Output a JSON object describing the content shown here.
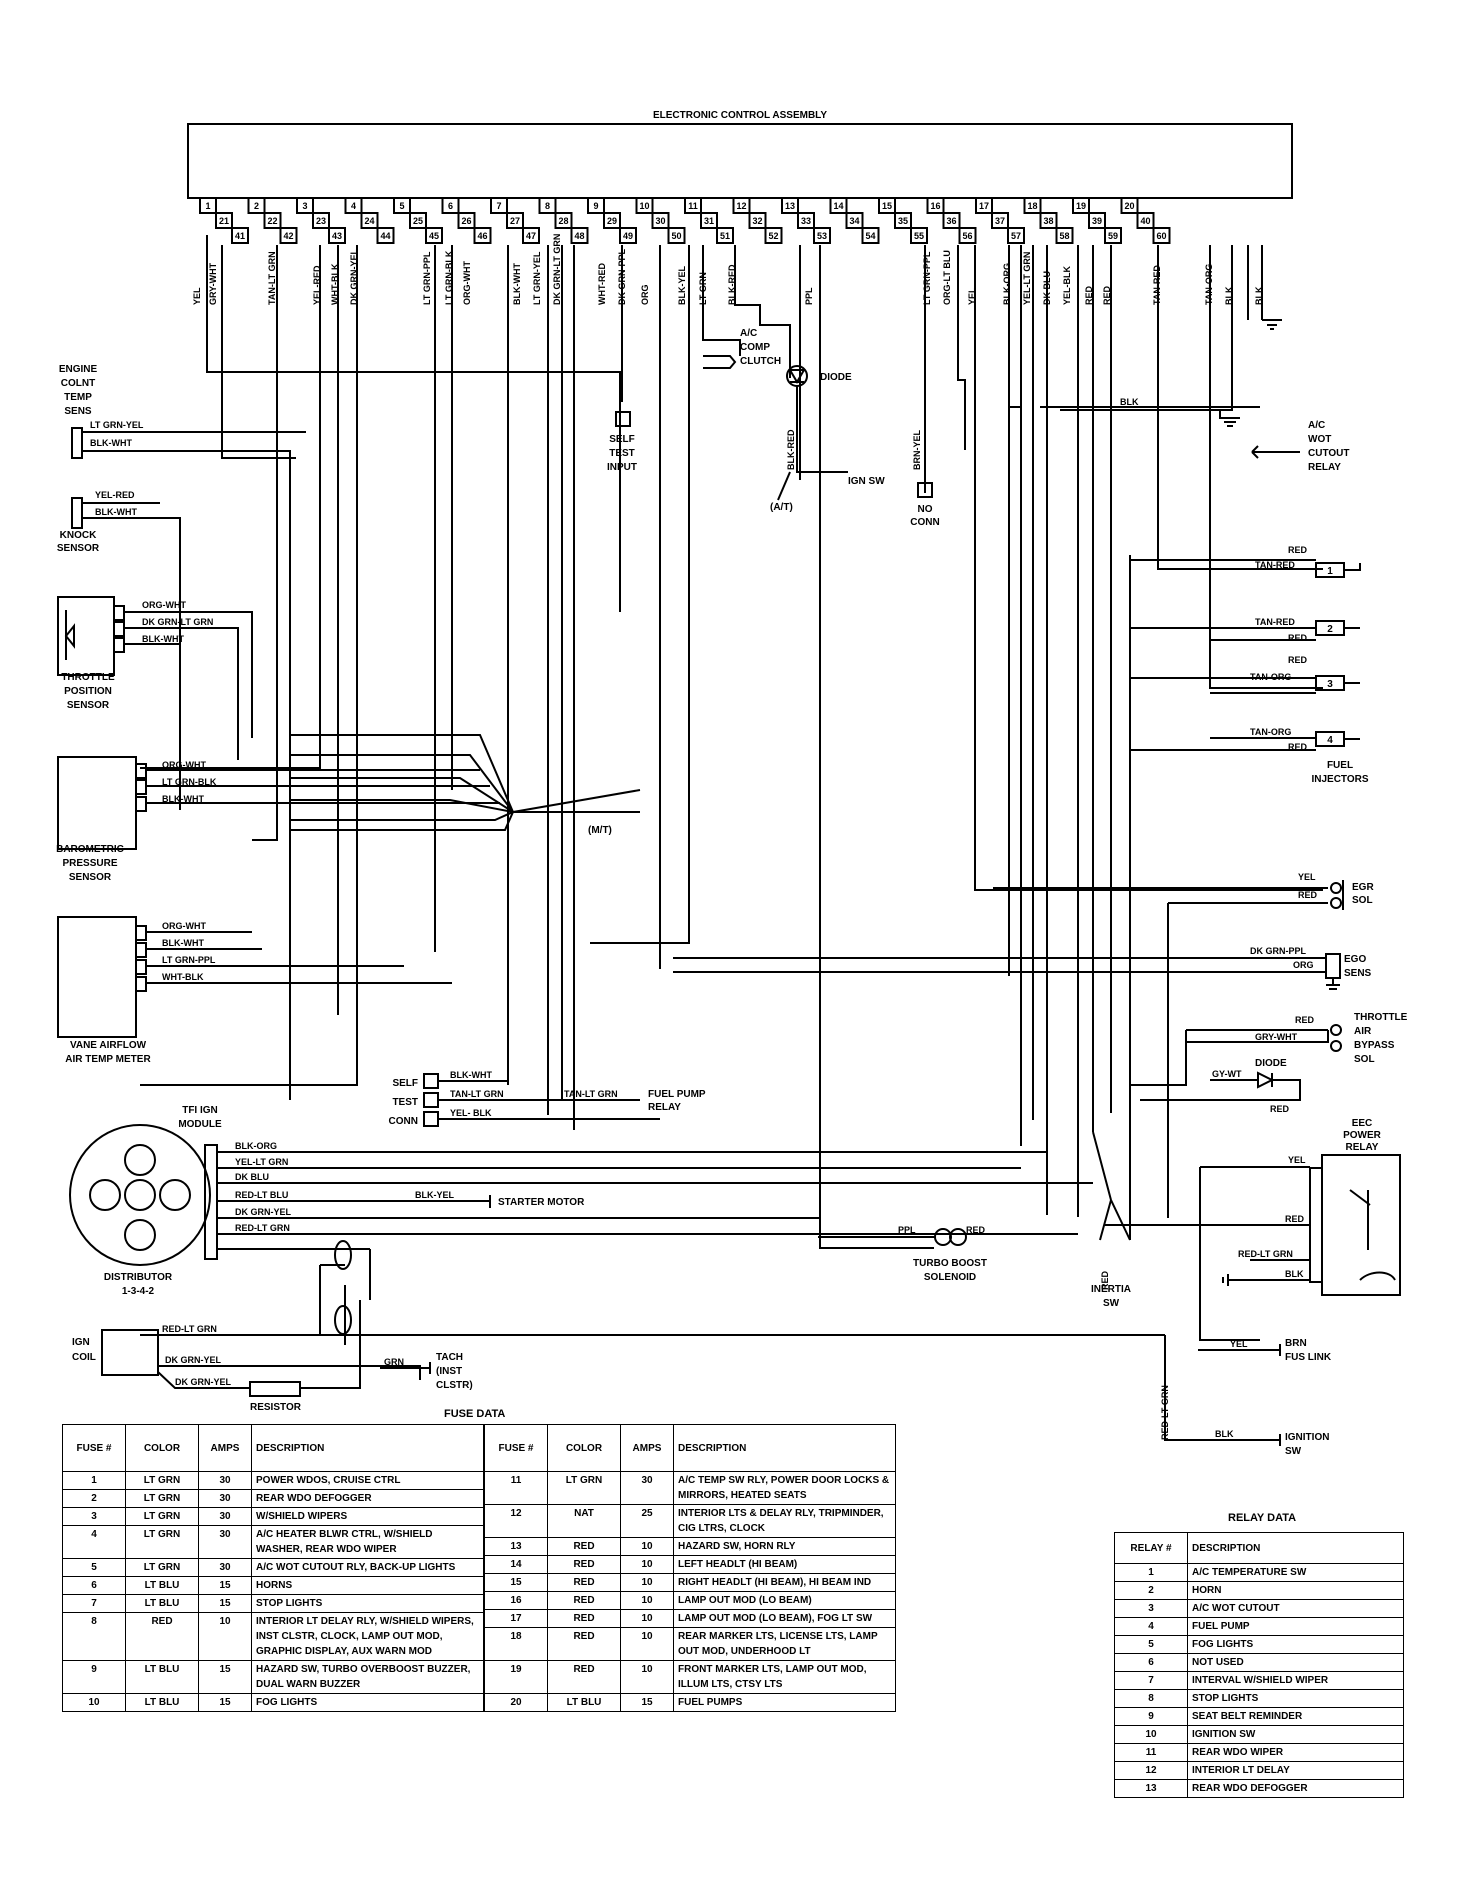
{
  "title": "ELECTRONIC CONTROL ASSEMBLY",
  "pins_top": [
    "1",
    "2",
    "3",
    "4",
    "5",
    "6",
    "7",
    "8",
    "9",
    "10",
    "11",
    "12",
    "13",
    "14",
    "15",
    "16",
    "17",
    "18",
    "19",
    "20"
  ],
  "pins_mid": [
    "21",
    "22",
    "23",
    "24",
    "25",
    "26",
    "27",
    "28",
    "29",
    "30",
    "31",
    "32",
    "33",
    "34",
    "35",
    "36",
    "37",
    "38",
    "39",
    "40"
  ],
  "pins_low": [
    "41",
    "42",
    "43",
    "44",
    "45",
    "46",
    "47",
    "48",
    "49",
    "50",
    "51",
    "52",
    "53",
    "54",
    "55",
    "56",
    "57",
    "58",
    "59",
    "60"
  ],
  "pin_wires": [
    "YEL",
    "GRY-WHT",
    "TAN-LT GRN",
    "YEL-RED",
    "WHT-BLK",
    "DK GRN-YEL",
    "LT GRN-PPL",
    "LT GRN-BLK",
    "ORG-WHT",
    "BLK-WHT",
    "LT GRN-YEL",
    "DK GRN-LT GRN",
    "WHT-RED",
    "DK GRN-PPL",
    "ORG",
    "BLK-YEL",
    "LT GRN",
    "BLK-RED",
    "PPL",
    "LT GRN-PPL",
    "ORG-LT BLU",
    "YEL",
    "BLK-ORG",
    "YEL-LT GRN",
    "DK BLU",
    "YEL-BLK",
    "RED",
    "RED",
    "TAN-RED",
    "TAN-ORG",
    "BLK",
    "BLK"
  ],
  "labels": {
    "engine_coolant": [
      "ENGINE",
      "COLNT",
      "TEMP",
      "SENS"
    ],
    "knock_sensor": [
      "KNOCK",
      "SENSOR"
    ],
    "throttle_position": [
      "THROTTLE",
      "POSITION",
      "SENSOR"
    ],
    "barometric": [
      "BAROMETRIC",
      "PRESSURE",
      "SENSOR"
    ],
    "vane_airflow": [
      "VANE AIRFLOW",
      "AIR TEMP METER"
    ],
    "tfi_module": [
      "TFI IGN",
      "MODULE"
    ],
    "distributor": [
      "DISTRIBUTOR",
      "1-3-4-2"
    ],
    "ign_coil": [
      "IGN",
      "COIL"
    ],
    "resistor": "RESISTOR",
    "self_test_input": [
      "SELF",
      "TEST",
      "INPUT"
    ],
    "self_test_conn": [
      "SELF",
      "TEST",
      "CONN"
    ],
    "ac_comp_clutch": [
      "A/C",
      "COMP",
      "CLUTCH"
    ],
    "diode": "DIODE",
    "ign_sw": "IGN SW",
    "at": "(A/T)",
    "mt": "(M/T)",
    "no_conn": [
      "NO",
      "CONN"
    ],
    "ac_wot_relay": [
      "A/C",
      "WOT",
      "CUTOUT",
      "RELAY"
    ],
    "fuel_injectors": [
      "FUEL",
      "INJECTORS"
    ],
    "egr_sol": [
      "EGR",
      "SOL"
    ],
    "ego_sens": [
      "EGO",
      "SENS"
    ],
    "throttle_air_bypass": [
      "THROTTLE",
      "AIR",
      "BYPASS",
      "SOL"
    ],
    "diode2": "DIODE",
    "eec_power_relay": [
      "EEC",
      "POWER",
      "RELAY"
    ],
    "fuel_pump_relay": [
      "FUEL PUMP",
      "RELAY"
    ],
    "starter_motor": "STARTER MOTOR",
    "tach": [
      "TACH",
      "(INST",
      "CLSTR)"
    ],
    "turbo_boost": [
      "TURBO BOOST",
      "SOLENOID"
    ],
    "inertia_sw": [
      "INERTIA",
      "SW"
    ],
    "brn_fus_link": [
      "BRN",
      "FUS LINK"
    ],
    "ignition_sw": [
      "IGNITION",
      "SW"
    ]
  },
  "wire_labels": {
    "lt_grn_yel": "LT GRN-YEL",
    "blk_wht": "BLK-WHT",
    "yel_red": "YEL-RED",
    "org_wht": "ORG-WHT",
    "dk_grn_lt_grn": "DK GRN-LT GRN",
    "lt_grn_blk": "LT GRN-BLK",
    "lt_grn_ppl": "LT GRN-PPL",
    "wht_blk": "WHT-BLK",
    "tan_lt_grn": "TAN-LT GRN",
    "yel_blk": "YEL- BLK",
    "blk_org": "BLK-ORG",
    "yel_lt_grn": "YEL-LT GRN",
    "dk_blu": "DK BLU",
    "red_lt_blu": "RED-LT BLU",
    "dk_grn_yel": "DK GRN-YEL",
    "red_lt_grn": "RED-LT GRN",
    "blk_yel": "BLK-YEL",
    "grn": "GRN",
    "blk": "BLK",
    "red": "RED",
    "tan_red": "TAN-RED",
    "tan_org": "TAN-ORG",
    "yel": "YEL",
    "dk_grn_ppl": "DK GRN-PPL",
    "org": "ORG",
    "gry_wht": "GRY-WHT",
    "gy_wt": "GY-WT",
    "ppl": "PPL",
    "brn_yel": "BRN-YEL",
    "blk_red": "BLK-RED"
  },
  "fuse_title": "FUSE DATA",
  "fuse_headers": [
    "FUSE #",
    "COLOR",
    "AMPS",
    "DESCRIPTION"
  ],
  "fuses_left": [
    {
      "n": "1",
      "color": "LT GRN",
      "amps": "30",
      "desc": "POWER WDOS, CRUISE CTRL"
    },
    {
      "n": "2",
      "color": "LT GRN",
      "amps": "30",
      "desc": "REAR WDO DEFOGGER"
    },
    {
      "n": "3",
      "color": "LT GRN",
      "amps": "30",
      "desc": "W/SHIELD WIPERS"
    },
    {
      "n": "4",
      "color": "LT GRN",
      "amps": "30",
      "desc": "A/C HEATER BLWR CTRL, W/SHIELD WASHER, REAR WDO WIPER"
    },
    {
      "n": "5",
      "color": "LT GRN",
      "amps": "30",
      "desc": "A/C WOT CUTOUT RLY, BACK-UP LIGHTS"
    },
    {
      "n": "6",
      "color": "LT BLU",
      "amps": "15",
      "desc": "HORNS"
    },
    {
      "n": "7",
      "color": "LT BLU",
      "amps": "15",
      "desc": "STOP LIGHTS"
    },
    {
      "n": "8",
      "color": "RED",
      "amps": "10",
      "desc": "INTERIOR LT DELAY RLY, W/SHIELD WIPERS, INST CLSTR, CLOCK, LAMP OUT MOD, GRAPHIC DISPLAY, AUX WARN MOD"
    },
    {
      "n": "9",
      "color": "LT BLU",
      "amps": "15",
      "desc": "HAZARD SW, TURBO OVERBOOST BUZZER, DUAL WARN BUZZER"
    },
    {
      "n": "10",
      "color": "LT BLU",
      "amps": "15",
      "desc": "FOG LIGHTS"
    }
  ],
  "fuses_right": [
    {
      "n": "11",
      "color": "LT GRN",
      "amps": "30",
      "desc": "A/C TEMP SW RLY, POWER DOOR LOCKS & MIRRORS, HEATED SEATS"
    },
    {
      "n": "12",
      "color": "NAT",
      "amps": "25",
      "desc": "INTERIOR LTS & DELAY RLY, TRIPMINDER, CIG LTRS, CLOCK"
    },
    {
      "n": "13",
      "color": "RED",
      "amps": "10",
      "desc": "HAZARD SW, HORN RLY"
    },
    {
      "n": "14",
      "color": "RED",
      "amps": "10",
      "desc": "LEFT HEADLT (HI BEAM)"
    },
    {
      "n": "15",
      "color": "RED",
      "amps": "10",
      "desc": "RIGHT HEADLT (HI BEAM), HI BEAM IND"
    },
    {
      "n": "16",
      "color": "RED",
      "amps": "10",
      "desc": "LAMP OUT MOD (LO BEAM)"
    },
    {
      "n": "17",
      "color": "RED",
      "amps": "10",
      "desc": "LAMP OUT MOD (LO BEAM), FOG LT SW"
    },
    {
      "n": "18",
      "color": "RED",
      "amps": "10",
      "desc": "REAR MARKER LTS, LICENSE LTS, LAMP OUT MOD, UNDERHOOD LT"
    },
    {
      "n": "19",
      "color": "RED",
      "amps": "10",
      "desc": "FRONT MARKER LTS, LAMP OUT MOD, ILLUM LTS, CTSY LTS"
    },
    {
      "n": "20",
      "color": "LT BLU",
      "amps": "15",
      "desc": "FUEL PUMPS"
    }
  ],
  "relay_title": "RELAY DATA",
  "relay_headers": [
    "RELAY #",
    "DESCRIPTION"
  ],
  "relays": [
    {
      "n": "1",
      "desc": "A/C TEMPERATURE SW"
    },
    {
      "n": "2",
      "desc": "HORN"
    },
    {
      "n": "3",
      "desc": "A/C WOT CUTOUT"
    },
    {
      "n": "4",
      "desc": "FUEL PUMP"
    },
    {
      "n": "5",
      "desc": "FOG LIGHTS"
    },
    {
      "n": "6",
      "desc": "NOT USED"
    },
    {
      "n": "7",
      "desc": "INTERVAL W/SHIELD WIPER"
    },
    {
      "n": "8",
      "desc": "STOP LIGHTS"
    },
    {
      "n": "9",
      "desc": "SEAT BELT REMINDER"
    },
    {
      "n": "10",
      "desc": "IGNITION SW"
    },
    {
      "n": "11",
      "desc": "REAR WDO WIPER"
    },
    {
      "n": "12",
      "desc": "INTERIOR LT DELAY"
    },
    {
      "n": "13",
      "desc": "REAR WDO DEFOGGER"
    }
  ]
}
